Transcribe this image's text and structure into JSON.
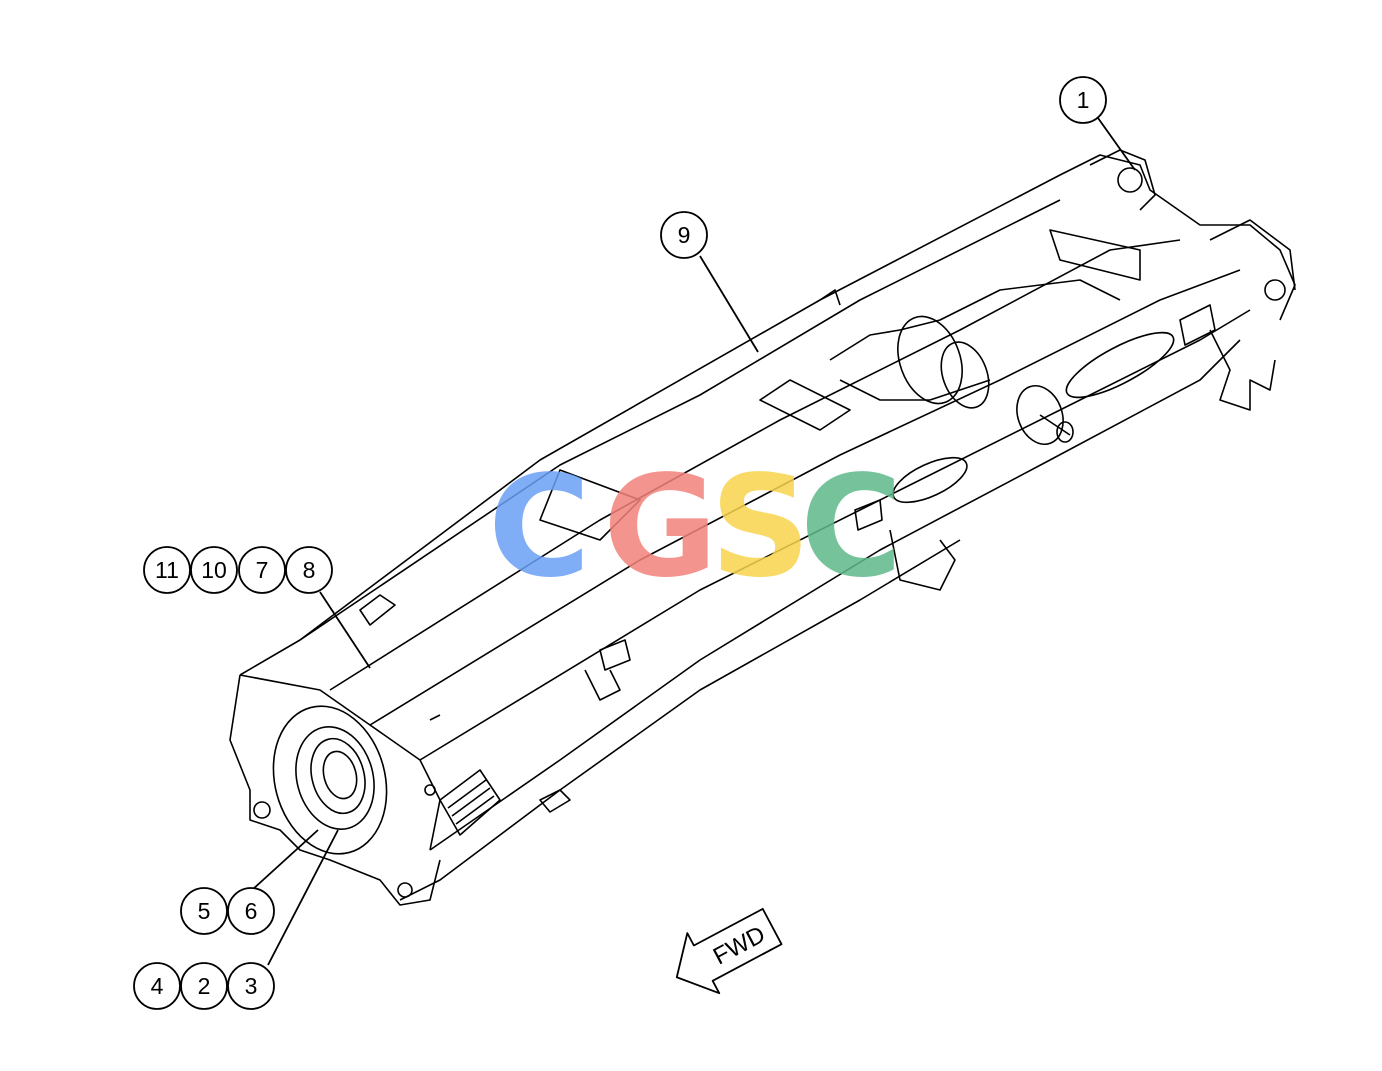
{
  "diagram": {
    "callouts": {
      "c1": "1",
      "c9": "9",
      "c11": "11",
      "c10": "10",
      "c7": "7",
      "c8": "8",
      "c5": "5",
      "c6": "6",
      "c4": "4",
      "c2": "2",
      "c3": "3"
    },
    "direction_label": "FWD",
    "watermark": {
      "letters": [
        "C",
        "G",
        "S",
        "C"
      ],
      "colors": [
        "#6aa0f5",
        "#f2837b",
        "#f8d44c",
        "#5fb98a"
      ]
    },
    "line_color": "#000000",
    "background": "#ffffff"
  }
}
